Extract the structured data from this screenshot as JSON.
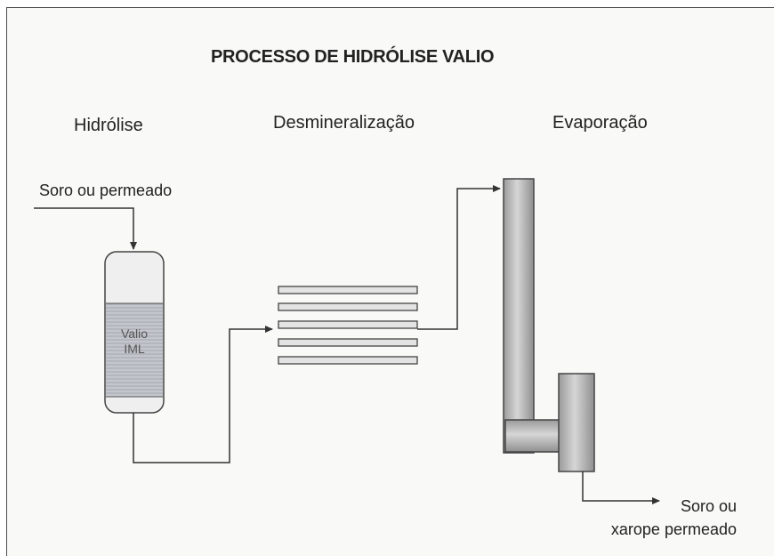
{
  "title": "PROCESSO DE HIDRÓLISE VALIO",
  "stages": {
    "hydrolysis": "Hidrólise",
    "demineralization": "Desmineralização",
    "evaporation": "Evaporação"
  },
  "input_label": "Soro ou permeado",
  "vessel_label": {
    "line1": "Valio",
    "line2": "IML"
  },
  "output_label": {
    "line1": "Soro ou",
    "line2": "xarope permeado"
  },
  "colors": {
    "line": "#333333",
    "plate_fill": "#e6e6e6",
    "resin_fill": "#b9bcc2",
    "column_fill": "#bfbfbf"
  }
}
